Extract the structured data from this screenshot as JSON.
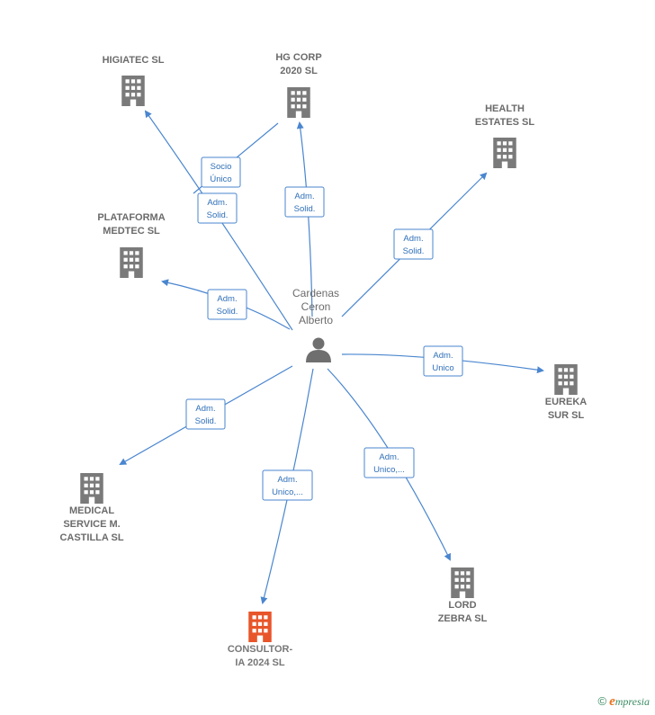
{
  "person": {
    "lines": [
      "Cardenas",
      "Ceron",
      "Alberto"
    ],
    "icon": "person-icon"
  },
  "companies": [
    {
      "id": "higiatec",
      "lines": [
        "HIGIATEC  SL"
      ]
    },
    {
      "id": "hgcorp",
      "lines": [
        "HG CORP",
        "2020  SL"
      ]
    },
    {
      "id": "health",
      "lines": [
        "HEALTH",
        "ESTATES  SL"
      ]
    },
    {
      "id": "plataforma",
      "lines": [
        "PLATAFORMA",
        "MEDTEC  SL"
      ]
    },
    {
      "id": "eureka",
      "lines": [
        "EUREKA",
        "SUR SL"
      ]
    },
    {
      "id": "medical",
      "lines": [
        "MEDICAL",
        "SERVICE M.",
        "CASTILLA SL"
      ]
    },
    {
      "id": "consultoria",
      "lines": [
        "CONSULTOR-",
        "IA 2024  SL"
      ],
      "highlight": true
    },
    {
      "id": "lord",
      "lines": [
        "LORD",
        "ZEBRA  SL"
      ]
    }
  ],
  "edges": [
    {
      "id": "socio",
      "lines": [
        "Socio",
        "Único"
      ]
    },
    {
      "id": "higiatec",
      "lines": [
        "Adm.",
        "Solid."
      ]
    },
    {
      "id": "hgcorp",
      "lines": [
        "Adm.",
        "Solid."
      ]
    },
    {
      "id": "health",
      "lines": [
        "Adm.",
        "Solid."
      ]
    },
    {
      "id": "plataforma",
      "lines": [
        "Adm.",
        "Solid."
      ]
    },
    {
      "id": "eureka",
      "lines": [
        "Adm.",
        "Unico"
      ]
    },
    {
      "id": "medical",
      "lines": [
        "Adm.",
        "Solid."
      ]
    },
    {
      "id": "consultoria",
      "lines": [
        "Adm.",
        "Unico,..."
      ]
    },
    {
      "id": "lord",
      "lines": [
        "Adm.",
        "Unico,..."
      ]
    }
  ],
  "colors": {
    "building": "#7a7a7a",
    "building_highlight": "#e8552a",
    "edge": "#4a86cf",
    "person": "#6f6f6f"
  },
  "brand": {
    "copyright": "©",
    "initial": "e",
    "rest": "mpresia"
  }
}
